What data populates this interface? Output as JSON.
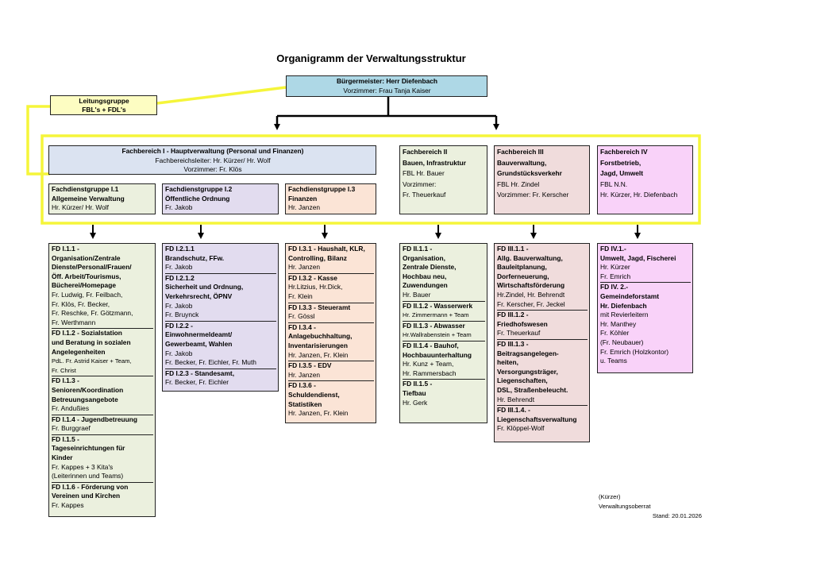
{
  "title": "Organigramm der Verwaltungsstruktur",
  "buergermeister": {
    "line1": "Bürgermeister: Herr Diefenbach",
    "line2": "Vorzimmer: Frau Tanja Kaiser"
  },
  "leitungsgruppe": {
    "line1": "Leitungsgruppe",
    "line2": "FBL's + FDL's"
  },
  "fb1": {
    "line1": "Fachbereich I - Hauptverwaltung (Personal und Finanzen)",
    "line2": "Fachbereichsleiter: Hr. Kürzer/ Hr. Wolf",
    "line3": "Vorzimmer: Fr. Klös"
  },
  "fdg": [
    {
      "head": "Fachdienstgruppe I.1\nAllgemeine Verwaltung",
      "body": "Hr. Kürzer/ Hr. Wolf"
    },
    {
      "head": "Fachdienstgruppe I.2\nÖffentliche Ordnung",
      "body": "Fr. Jakob"
    },
    {
      "head": "Fachdienstgruppe I.3\nFinanzen",
      "body": "Hr. Janzen"
    }
  ],
  "fb2": {
    "head": "Fachbereich II\nBauen, Infrastruktur",
    "body": "FBL Hr. Bauer\nVorzimmer:\nFr. Theuerkauf"
  },
  "fb3": {
    "head": "Fachbereich III\nBauverwaltung,\nGrundstücksverkehr",
    "body": "FBL Hr. Zindel\nVorzimmer: Fr. Kerscher"
  },
  "fb4": {
    "head": "Fachbereich IV\nForstbetrieb,\nJagd, Umwelt",
    "body": "FBL N.N.\nHr. Kürzer, Hr. Diefenbach"
  },
  "col1": [
    {
      "head": "FD I.1.1 -\nOrganisation/Zentrale\nDienste/Personal/Frauen/\nÖff. Arbeit/Tourismus,\nBücherei/Homepage",
      "body": "Fr. Ludwig, Fr. Feilbach,\nFr. Klös, Fr. Becker,\nFr. Reschke, Fr. Götzmann,\nFr. Werthmann"
    },
    {
      "head": "FD I.1.2 - Sozialstation\nund Beratung in sozialen\nAngelegenheiten",
      "body": "PdL. Fr. Astrid Kaiser + Team,\nFr. Christ"
    },
    {
      "head": "FD I.1.3 -\nSenioren/Koordination\nBetreuungsangebote",
      "body": "Fr. Andußies"
    },
    {
      "head": "FD I.1.4 - Jugendbetreuung",
      "body": "Fr. Burggraef"
    },
    {
      "head": "FD I.1.5 -\nTageseinrichtungen für\nKinder",
      "body": "Fr. Kappes + 3 Kita's\n(Leiterinnen und Teams)"
    },
    {
      "head": "FD I.1.6 - Förderung von\nVereinen und Kirchen",
      "body": "Fr. Kappes"
    }
  ],
  "col2": [
    {
      "head": "FD I.2.1.1\nBrandschutz, FFw.",
      "body": "Fr. Jakob"
    },
    {
      "head": "FD I.2.1.2\nSicherheit und Ordnung,\nVerkehrsrecht, ÖPNV",
      "body": "Fr. Jakob\nFr. Bruynck"
    },
    {
      "head": "FD I.2.2 -\nEinwohnermeldeamt/\nGewerbeamt, Wahlen",
      "body": "Fr. Jakob\nFr. Becker, Fr. Eichler, Fr. Muth"
    },
    {
      "head": "FD I.2.3 - Standesamt,",
      "body": "Fr. Becker, Fr. Eichler"
    }
  ],
  "col3": [
    {
      "head": "FD I.3.1 - Haushalt, KLR,\nControlling, Bilanz",
      "body": "Hr. Janzen"
    },
    {
      "head": "FD I.3.2 - Kasse",
      "body": "Hr.Litzius, Hr.Dick,\nFr. Klein"
    },
    {
      "head": "FD I.3.3 - Steueramt",
      "body": "Fr. Gössl"
    },
    {
      "head": "FD I.3.4 -\nAnlagebuchhaltung,\nInventarisierungen",
      "body": "Hr. Janzen, Fr. Klein"
    },
    {
      "head": "FD I.3.5 - EDV",
      "body": "Hr. Janzen"
    },
    {
      "head": "FD I.3.6 -\nSchuldendienst,\nStatistiken",
      "body": "Hr. Janzen, Fr. Klein"
    }
  ],
  "col4": [
    {
      "head": "FD II.1.1 -\nOrganisation,\nZentrale Dienste,\nHochbau neu,\nZuwendungen",
      "body": "Hr. Bauer"
    },
    {
      "head": "FD II.1.2 - Wasserwerk",
      "body": "Hr. Zimmermann + Team"
    },
    {
      "head": "FD II.1.3 - Abwasser",
      "body": "Hr.Wallrabenstein + Team"
    },
    {
      "head": "FD II.1.4 - Bauhof,\nHochbauunterhaltung",
      "body": "Hr. Kunz + Team,\nHr. Rammersbach"
    },
    {
      "head": "FD II.1.5 -\nTiefbau",
      "body": "Hr. Gerk"
    }
  ],
  "col5": [
    {
      "head": "FD III.1.1 -\nAllg. Bauverwaltung,\nBauleitplanung,\nDorferneuerung,\nWirtschaftsförderung",
      "body": "Hr.Zindel, Hr. Behrendt\nFr. Kerscher, Fr. Jeckel"
    },
    {
      "head": "FD III.1.2 -\nFriedhofswesen",
      "body": "Fr. Theuerkauf"
    },
    {
      "head": "FD III.1.3 -\nBeitragsangelegen-\nheiten,\nVersorgungsträger,\nLiegenschaften,\nDSL, Straßenbeleucht.",
      "body": "Hr. Behrendt"
    },
    {
      "head": "FD III.1.4. -\nLiegenschaftsverwaltung",
      "body": "Fr. Klöppel-Wolf"
    }
  ],
  "col6": [
    {
      "head": "FD IV.1.-\nUmwelt, Jagd, Fischerei",
      "body": "Hr. Kürzer\nFr. Emrich"
    },
    {
      "head": "FD IV. 2.-\nGemeindeforstamt\nHr. Diefenbach",
      "body": "mit Revierleitern\nHr. Manthey\nFr. Köhler\n(Fr. Neubauer)\nFr. Emrich (Holzkontor)\nu. Teams"
    }
  ],
  "footer": {
    "line1": "(Kürzer)",
    "line2": "Verwaltungsoberrat",
    "line3": "Stand: 20.01.2026"
  },
  "colors": {
    "yellow_frame": "#f5f53a",
    "blue": "#aed8e6",
    "slate": "#dbe3f1",
    "green": "#ebf0de",
    "lavender": "#e2dcef",
    "peach": "#fbe4d6",
    "pink": "#f0dcdc",
    "magenta": "#f9d2f9"
  }
}
